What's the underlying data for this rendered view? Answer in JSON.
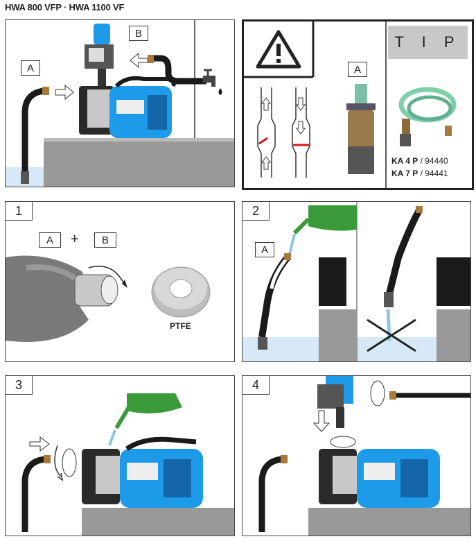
{
  "title": "HWA 800 VFP · HWA 1100 VF",
  "top_panel": {
    "label_a": "A",
    "label_b": "B"
  },
  "warning_panel": {
    "label_a": "A"
  },
  "tip_panel": {
    "heading": "T I P",
    "items": [
      {
        "model": "KA 4 P",
        "code": "/ 94440"
      },
      {
        "model": "KA 7 P",
        "code": "/ 94441"
      }
    ]
  },
  "step1": {
    "number": "1",
    "label_a": "A",
    "plus": "+",
    "label_b": "B",
    "ptfe": "PTFE"
  },
  "step2": {
    "number": "2",
    "label_a": "A"
  },
  "step3": {
    "number": "3"
  },
  "step4": {
    "number": "4"
  },
  "colors": {
    "pump_blue": "#1e9be8",
    "can_green": "#3a9a3a",
    "hose_black": "#1a1a1a",
    "accent_red": "#d01818",
    "water": "#cfe6f6"
  }
}
